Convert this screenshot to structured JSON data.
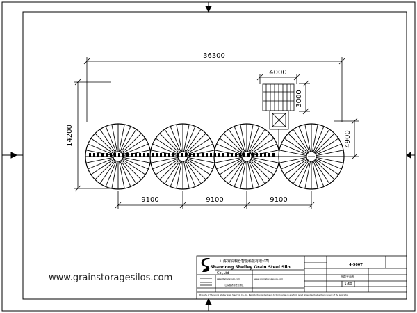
{
  "drawing": {
    "overall_length_dim": "36300",
    "overall_width_dim": "14200",
    "silo_spacing_dims": [
      "9100",
      "9100",
      "9100"
    ],
    "tower_width_dim": "4000",
    "tower_depth_dim": "3000",
    "silo_radius_dim": "4900",
    "silo_count": 4,
    "ribs_per_silo": 32
  },
  "title_block": {
    "company_cn": "山东常润粮仓智能科技有限公司",
    "company_en": "Shandong Shelley Grain Steel Silo",
    "drawing_no": "4-500T",
    "drawing_name_cn": "仓群平面图",
    "scale": "1:50",
    "contact_label": "Co.,Ltd",
    "small_text_row1": "sales@shelleysilo.com",
    "small_text_row2": "www.grainstoragesilos.com",
    "address_text": "山东省济南市天桥区",
    "footer_text": "Property of Shandong Shelley Grain Steel Silo Co.,Ltd. Reproduction or disclosure to third parties in any form is not allowed without written consent of the proprietor."
  },
  "watermark": "www.grainstoragesilos.com"
}
